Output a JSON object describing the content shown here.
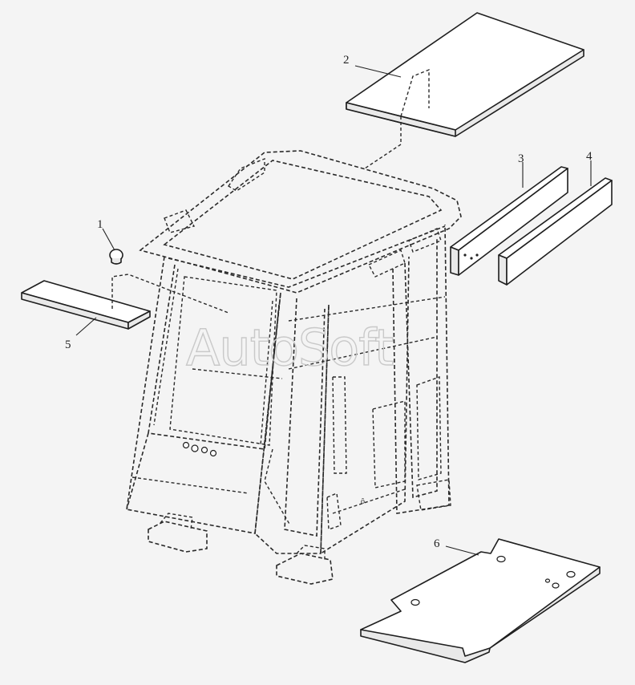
{
  "watermark": "AutoSoft",
  "parts": [
    {
      "id": "part-1",
      "number": "1"
    },
    {
      "id": "part-2",
      "number": "2"
    },
    {
      "id": "part-3",
      "number": "3"
    },
    {
      "id": "part-4",
      "number": "4"
    },
    {
      "id": "part-5",
      "number": "5"
    },
    {
      "id": "part-6",
      "number": "6"
    }
  ]
}
